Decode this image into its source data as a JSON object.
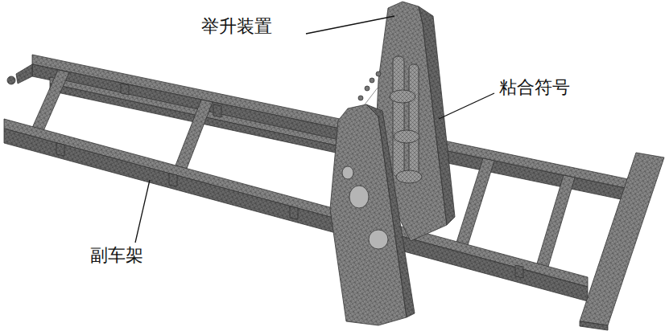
{
  "diagram": {
    "labels": [
      "举升装置",
      "粘合符号",
      "副车架"
    ]
  }
}
